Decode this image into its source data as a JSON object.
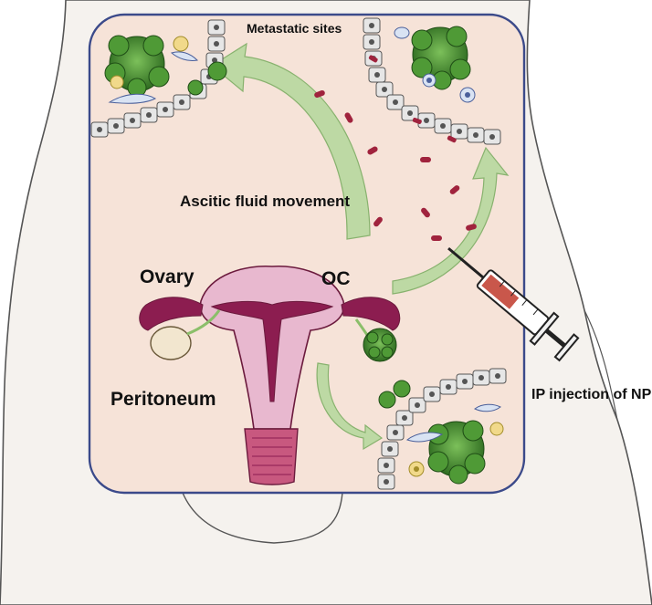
{
  "labels": {
    "metastatic_sites": "Metastatic sites",
    "ascitic_fluid_movement": "Ascitic fluid movement",
    "ovary": "Ovary",
    "oc": "OC",
    "peritoneum": "Peritoneum",
    "ip_injection": "IP injection of NP"
  },
  "colors": {
    "body_fill": "#f5f2ee",
    "body_outline": "#555555",
    "cavity_fill": "#f6e3d8",
    "cavity_border": "#3b4a8a",
    "arrow_green": "#b9d9a0",
    "tumor_green": "#3f8a2c",
    "cell_gray": "#e6e6e6",
    "nanoparticle_red": "#a0233d",
    "uterus_pink": "#e8b8cf",
    "uterus_dark": "#8c1d50"
  },
  "icons": [
    "syringe-icon",
    "tumor-cluster-icon",
    "nanoparticle-icon",
    "uterus-icon",
    "epithelial-cell-icon"
  ]
}
